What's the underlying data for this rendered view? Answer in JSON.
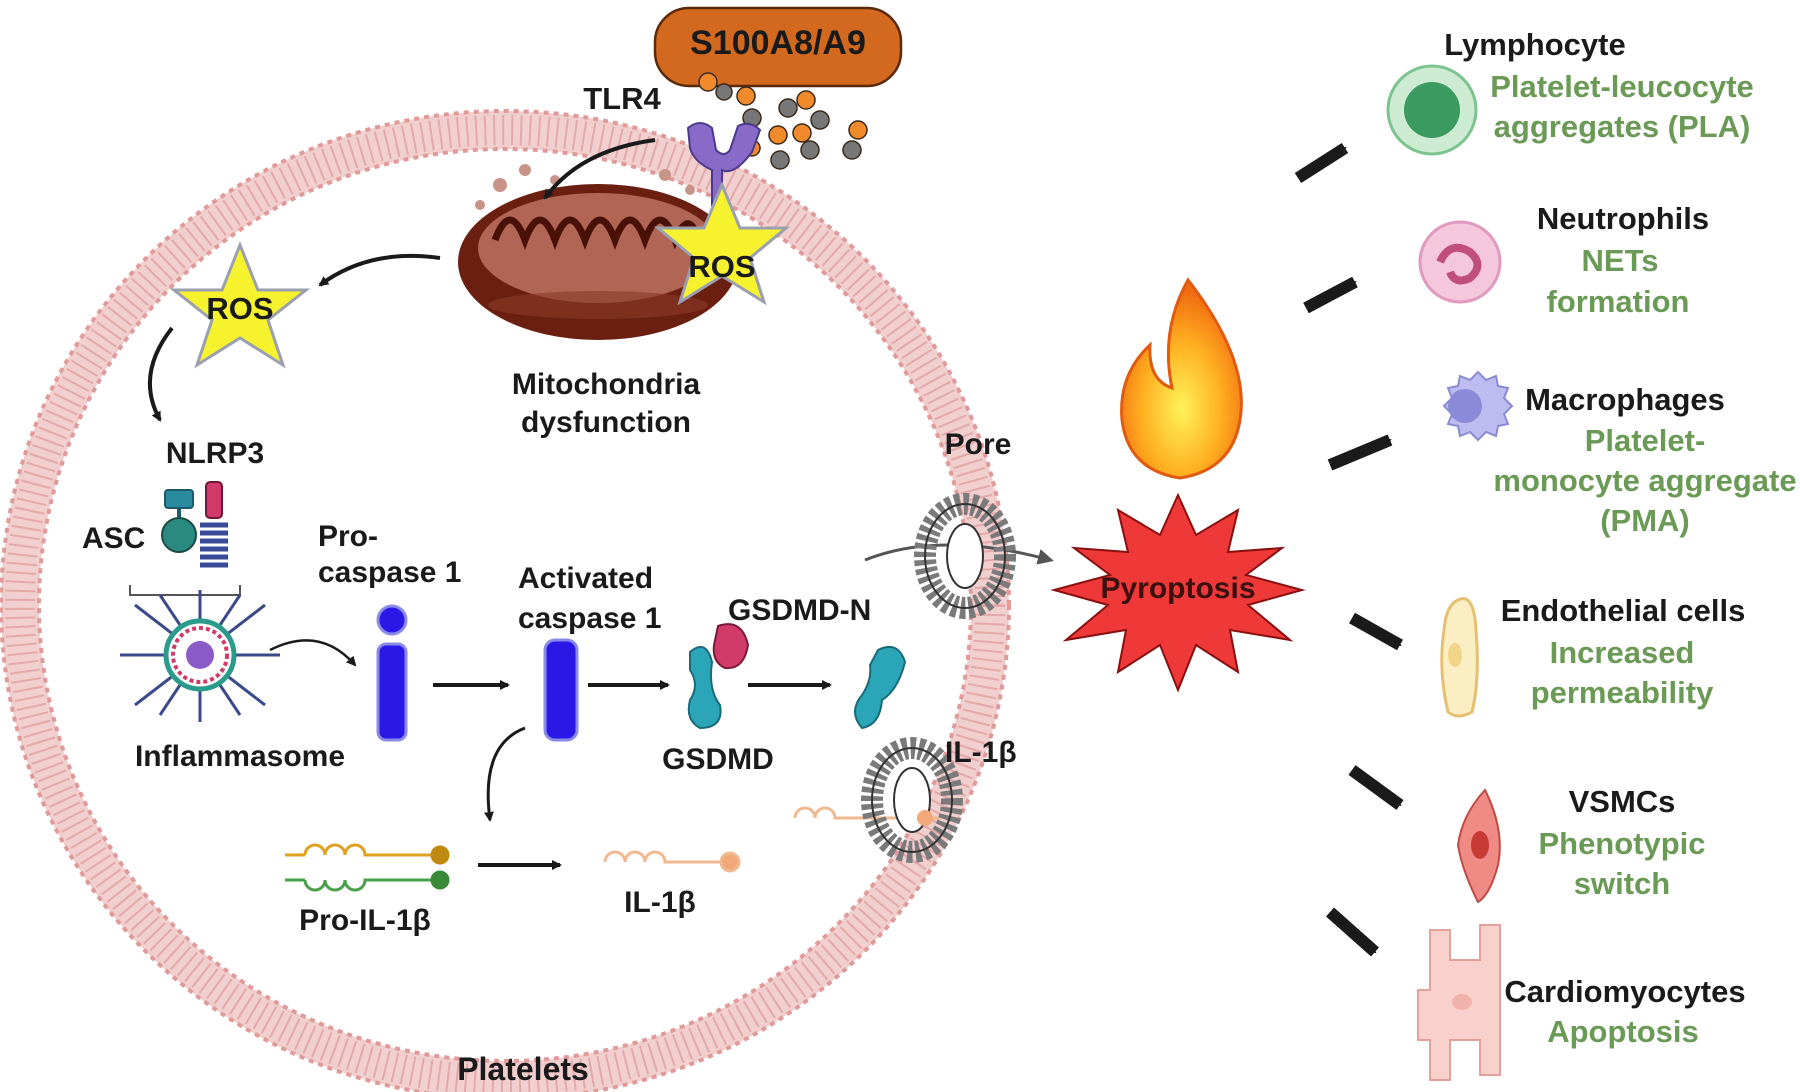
{
  "diagram": {
    "s100": "S100A8/A9",
    "tlr4": "TLR4",
    "ros_mito": "ROS",
    "ros_left": "ROS",
    "mito_line1": "Mitochondria",
    "mito_line2": "dysfunction",
    "nlrp3": "NLRP3",
    "asc": "ASC",
    "inflammasome": "Inflammasome",
    "procasp_line1": "Pro-",
    "procasp_line2": "caspase 1",
    "actcasp_line1": "Activated",
    "actcasp_line2": "caspase 1",
    "gsdmd_n": "GSDMD-N",
    "gsdmd": "GSDMD",
    "pore": "Pore",
    "il1b_pore": "IL-1β",
    "pro_il1b": "Pro-IL-1β",
    "il1b": "IL-1β",
    "platelets": "Platelets",
    "pyroptosis": "Pyroptosis"
  },
  "targets": [
    {
      "cell": "Lymphocyte",
      "effect_lines": [
        "Platelet-leucocyte",
        "aggregates (PLA)"
      ],
      "icon": "lymphocyte-icon",
      "color": "#7cc38f"
    },
    {
      "cell": "Neutrophils",
      "effect_lines": [
        "NETs",
        "formation"
      ],
      "icon": "neutrophil-icon",
      "color": "#e9a7c6"
    },
    {
      "cell": "Macrophages",
      "effect_lines": [
        "Platelet-",
        "monocyte aggregate",
        "(PMA)"
      ],
      "icon": "macrophage-icon",
      "color": "#9a9ae0"
    },
    {
      "cell": "Endothelial cells",
      "effect_lines": [
        "Increased",
        "permeability"
      ],
      "icon": "endothelial-cell-icon",
      "color": "#f6e2a4"
    },
    {
      "cell": "VSMCs",
      "effect_lines": [
        "Phenotypic",
        "switch"
      ],
      "icon": "vsmc-icon",
      "color": "#ea7a73"
    },
    {
      "cell": "Cardiomyocytes",
      "effect_lines": [
        "Apoptosis"
      ],
      "icon": "cardiomyocyte-icon",
      "color": "#f5c4c0"
    }
  ],
  "colors": {
    "membrane": "#e8b0b0",
    "s100_box": "#d2691e",
    "ros_star": "#f6f12e",
    "caspase": "#2a18e6",
    "gsdmd": "#2aa6b8",
    "pyroptosis": "#ef3838",
    "effect_text": "#6a9a55"
  }
}
